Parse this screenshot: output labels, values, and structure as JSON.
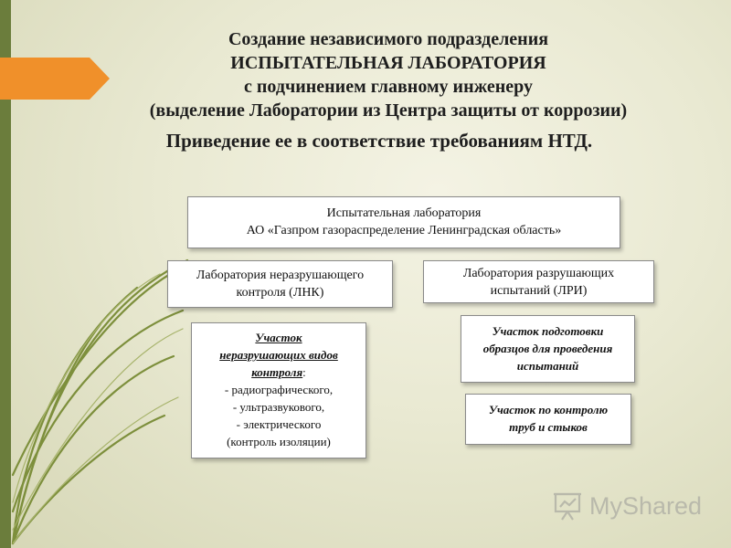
{
  "slide": {
    "title_lines": [
      "Создание независимого подразделения",
      "ИСПЫТАТЕЛЬНАЯ ЛАБОРАТОРИЯ",
      "с подчинением главному инженеру",
      "(выделение Лаборатории  из Центра защиты от коррозии)"
    ],
    "subtitle": "Приведение ее в соответствие требованиям НТД."
  },
  "diagram": {
    "top_box": {
      "line1": "Испытательная лаборатория",
      "line2": "АО «Газпром газораспределение Ленинградская область»"
    },
    "lnk_box": {
      "line1": "Лаборатория неразрушающего",
      "line2": "контроля (ЛНК)"
    },
    "lri_box": {
      "line1": "Лаборатория разрушающих",
      "line2": "испытаний (ЛРИ)"
    },
    "ndt_section": {
      "heading_line1": "Участок",
      "heading_line2": "неразрушающих видов",
      "heading_line3": "контроля",
      "colon": ":",
      "item1": "- радиографического,",
      "item2": "- ультразвукового,",
      "item3": "- электрического",
      "item4": "(контроль изоляции)"
    },
    "samples_section": {
      "line1": "Участок подготовки",
      "line2": "образцов для проведения",
      "line3": "испытаний"
    },
    "pipes_section": {
      "line1": "Участок по контролю",
      "line2": "труб и стыков"
    }
  },
  "watermark": {
    "text": "MyShared",
    "icon": "presentation-board-icon"
  },
  "colors": {
    "left_bar": "#6b7d3c",
    "arrow": "#f0902a",
    "grass": "#7d8f3c",
    "background": "#e9e9d2"
  }
}
